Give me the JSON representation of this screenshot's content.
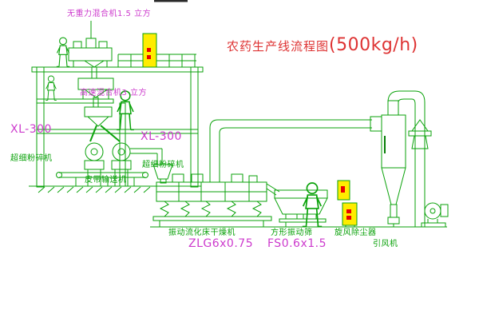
{
  "title": {
    "name": "农药生产线流程图",
    "capacity": "(500kg/h)"
  },
  "labels": {
    "gravity_mixer": "无重力混合机1.5 立方",
    "high_speed_mixer": "高速混合机3 立方",
    "mill_left_model": "XL-300",
    "mill_left_name": "超细粉碎机",
    "mill_right_model": "XL-300",
    "mill_right_name": "超细粉碎机",
    "belt_conveyor": "皮带输送机",
    "dryer_name": "振动流化床干燥机",
    "dryer_model": "ZLG6x0.75",
    "sieve_name": "方形振动筛",
    "sieve_model": "FS0.6x1.5",
    "cyclone_name": "旋风除尘器",
    "fan_name": "引风机"
  },
  "colors": {
    "line_green": "#0aa20a",
    "label_green": "#0aa20a",
    "label_magenta": "#cd3bcd",
    "title_red": "#de3333",
    "cabinet_yellow": "#ffec00",
    "marking_red": "#e80000",
    "background": "#ffffff"
  }
}
